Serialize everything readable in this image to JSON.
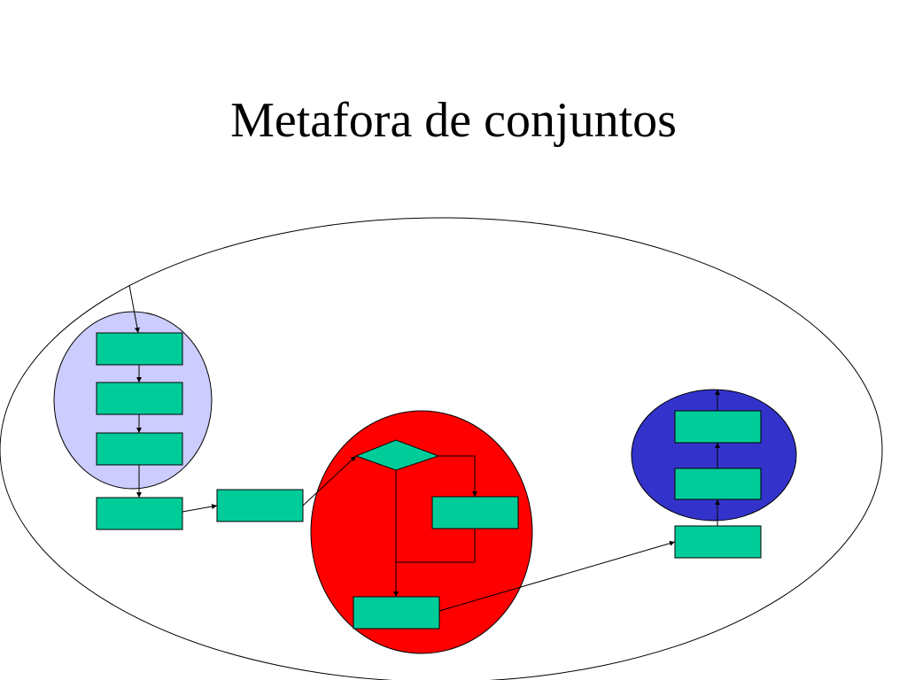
{
  "slide": {
    "title": "Metafora de conjuntos"
  },
  "colors": {
    "background": "#ffffff",
    "box_fill": "#00cc99",
    "set_light_blue": "#ccccff",
    "set_red": "#ff0000",
    "set_blue": "#3333cc",
    "outline": "#000000"
  },
  "diagram": {
    "outer_set": "ellipse",
    "inner_sets": [
      "light-blue-circle",
      "red-circle",
      "blue-circle"
    ],
    "nodes": [
      "process-box",
      "process-box",
      "process-box",
      "process-box",
      "process-box",
      "decision-diamond",
      "process-box",
      "process-box",
      "process-box",
      "process-box",
      "process-box"
    ]
  }
}
